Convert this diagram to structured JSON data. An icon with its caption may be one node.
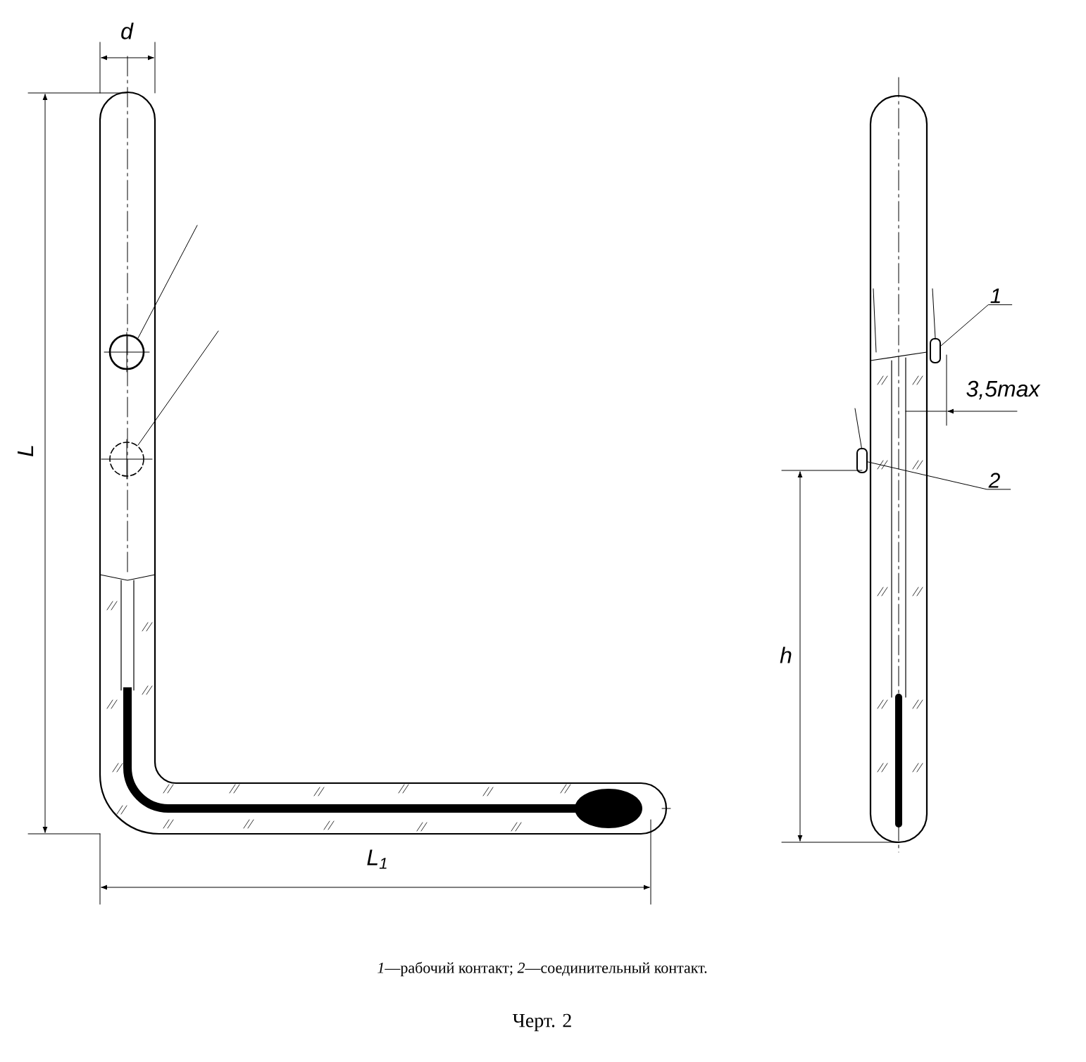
{
  "diagram": {
    "caption": "Черт. 2",
    "nodes": [
      {
        "text": [
          "1"
        ]
      },
      {
        "text": [],
        "shape": "box"
      },
      {
        "text": [
          "2"
        ]
      },
      {
        "text": [],
        "shape": "box"
      }
    ],
    "edges": [
      {
        "from": 0,
        "to": 1,
        "arrow": "none"
      },
      {
        "from": 2,
        "to": 3,
        "arrow": "none"
      }
    ],
    "labels": [
      "d",
      "L",
      "3,5max",
      "h",
      "L$_{1}$",
      "*1*—рабочий контакт; *2*—соединительный контакт."
    ]
  }
}
